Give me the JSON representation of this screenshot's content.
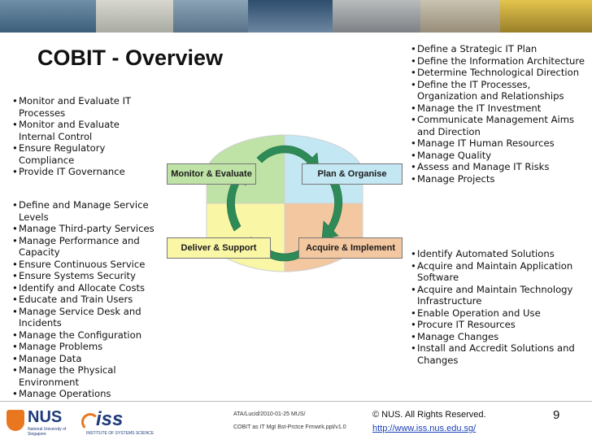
{
  "slide": {
    "title": "COBIT - Overview",
    "page_number": "9"
  },
  "left_top_list": [
    "Monitor and Evaluate IT Processes",
    "Monitor and Evaluate Internal Control",
    "Ensure Regulatory Compliance",
    "Provide IT Governance"
  ],
  "left_bottom_list": [
    "Define and Manage Service Levels",
    "Manage Third-party Services",
    "Manage Performance and Capacity",
    "Ensure Continuous Service",
    "Ensure Systems Security",
    "Identify and Allocate Costs",
    "Educate and Train Users",
    "Manage Service Desk and Incidents",
    "Manage the Configuration",
    "Manage Problems",
    "Manage Data",
    "Manage the Physical Environment",
    "Manage Operations"
  ],
  "right_top_list": [
    "Define a Strategic IT Plan",
    "Define the Information Architecture",
    "Determine Technological Direction",
    "Define the IT Processes, Organization and Relationships",
    "Manage the IT Investment",
    "Communicate Management Aims and Direction",
    "Manage IT Human Resources",
    "Manage Quality",
    "Assess and Manage IT Risks",
    "Manage Projects"
  ],
  "right_bottom_list": [
    "Identify Automated Solutions",
    "Acquire and Maintain Application Software",
    "Acquire and Maintain Technology Infrastructure",
    "Enable Operation and Use",
    "Procure IT Resources",
    "Manage Changes",
    "Install and Accredit Solutions and Changes"
  ],
  "diagram": {
    "monitor_label": "Monitor & Evaluate",
    "plan_label": "Plan & Organise",
    "deliver_label": "Deliver & Support",
    "acquire_label": "Acquire & Implement",
    "colors": {
      "monitor": "#bfe3a6",
      "plan": "#c3e8f3",
      "deliver": "#f9f6a6",
      "acquire": "#f3c7a0",
      "arrow": "#2e8b57"
    }
  },
  "footer": {
    "ref_line1": "ATA/Lucid/2010-01-25 MUS/",
    "ref_line2": "COBIT as IT Mgt Bst-Prctce Frmwrk.ppt/v1.0",
    "copyright": "© NUS. All Rights Reserved.",
    "url": "http://www.iss.nus.edu.sg/",
    "nus_logo_text": "NUS",
    "nus_logo_sub": "National University of Singapore",
    "iss_logo_text": "iss",
    "iss_logo_sub": "INSTITUTE OF SYSTEMS SCIENCE"
  }
}
